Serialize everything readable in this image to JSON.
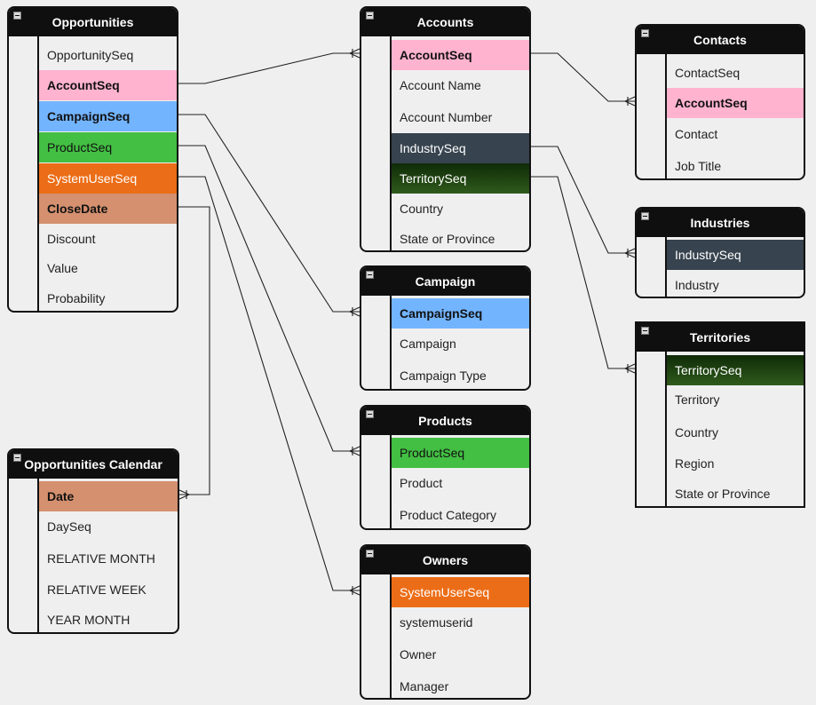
{
  "colors": {
    "account": "#ffb3cf",
    "campaign": "#73b4ff",
    "product": "#43bf43",
    "systemuser": "#ec6d17",
    "date": "#d4906f",
    "industry": "#37434e",
    "territory_top": "#0f2b07",
    "territory_bottom": "#2f5a1c",
    "header": "#0f0f0f",
    "line": "#222222"
  },
  "tables": {
    "opportunities": {
      "title": "Opportunities",
      "fields": [
        {
          "name": "OpportunitySeq"
        },
        {
          "name": "AccountSeq",
          "bold": true,
          "color": "#ffb3cf",
          "text": "#111111"
        },
        {
          "name": "CampaignSeq",
          "bold": true,
          "color": "#73b4ff",
          "text": "#111111"
        },
        {
          "name": "ProductSeq",
          "color": "#43bf43",
          "text": "#111111"
        },
        {
          "name": "SystemUserSeq",
          "color": "#ec6d17",
          "text": "#ffffff"
        },
        {
          "name": "CloseDate",
          "bold": true,
          "color": "#d4906f",
          "text": "#111111"
        },
        {
          "name": "Discount"
        },
        {
          "name": "Value"
        },
        {
          "name": "Probability"
        }
      ]
    },
    "opportunities_calendar": {
      "title": "Opportunities Calendar",
      "fields": [
        {
          "name": "Date",
          "bold": true,
          "color": "#d4906f",
          "text": "#111111"
        },
        {
          "name": "DaySeq"
        },
        {
          "name": "RELATIVE MONTH"
        },
        {
          "name": "RELATIVE WEEK"
        },
        {
          "name": "YEAR MONTH"
        }
      ]
    },
    "accounts": {
      "title": "Accounts",
      "fields": [
        {
          "name": "AccountSeq",
          "bold": true,
          "color": "#ffb3cf",
          "text": "#111111"
        },
        {
          "name": "Account Name"
        },
        {
          "name": "Account Number"
        },
        {
          "name": "IndustrySeq",
          "color": "#37434e",
          "text": "#ffffff"
        },
        {
          "name": "TerritorySeq",
          "color": "territory",
          "text": "#ffffff"
        },
        {
          "name": "Country"
        },
        {
          "name": "State or Province"
        }
      ]
    },
    "campaign": {
      "title": "Campaign",
      "fields": [
        {
          "name": "CampaignSeq",
          "bold": true,
          "color": "#73b4ff",
          "text": "#111111"
        },
        {
          "name": "Campaign"
        },
        {
          "name": "Campaign Type"
        }
      ]
    },
    "products": {
      "title": "Products",
      "fields": [
        {
          "name": "ProductSeq",
          "color": "#43bf43",
          "text": "#111111"
        },
        {
          "name": "Product"
        },
        {
          "name": "Product Category"
        }
      ]
    },
    "owners": {
      "title": "Owners",
      "fields": [
        {
          "name": "SystemUserSeq",
          "color": "#ec6d17",
          "text": "#ffffff"
        },
        {
          "name": "systemuserid"
        },
        {
          "name": "Owner"
        },
        {
          "name": "Manager"
        }
      ]
    },
    "contacts": {
      "title": "Contacts",
      "fields": [
        {
          "name": "ContactSeq"
        },
        {
          "name": "AccountSeq",
          "bold": true,
          "color": "#ffb3cf",
          "text": "#111111"
        },
        {
          "name": "Contact"
        },
        {
          "name": "Job Title"
        }
      ]
    },
    "industries": {
      "title": "Industries",
      "fields": [
        {
          "name": "IndustrySeq",
          "color": "#37434e",
          "text": "#ffffff"
        },
        {
          "name": "Industry"
        }
      ]
    },
    "territories": {
      "title": "Territories",
      "fields": [
        {
          "name": "TerritorySeq",
          "color": "territory",
          "text": "#ffffff"
        },
        {
          "name": "Territory"
        },
        {
          "name": "Country"
        },
        {
          "name": "Region"
        },
        {
          "name": "State or Province"
        }
      ]
    }
  },
  "relationships": [
    {
      "from": "opportunities.AccountSeq",
      "to": "accounts.AccountSeq",
      "to_end": "crow-foot"
    },
    {
      "from": "opportunities.CampaignSeq",
      "to": "campaign.CampaignSeq",
      "to_end": "crow-foot"
    },
    {
      "from": "opportunities.ProductSeq",
      "to": "products.ProductSeq",
      "to_end": "crow-foot"
    },
    {
      "from": "opportunities.SystemUserSeq",
      "to": "owners.SystemUserSeq",
      "to_end": "crow-foot"
    },
    {
      "from": "opportunities.CloseDate",
      "to": "opportunities_calendar.Date",
      "to_end": "crow-foot"
    },
    {
      "from": "accounts.AccountSeq",
      "to": "contacts.AccountSeq",
      "to_end": "crow-foot"
    },
    {
      "from": "accounts.IndustrySeq",
      "to": "industries.IndustrySeq",
      "to_end": "crow-foot"
    },
    {
      "from": "accounts.TerritorySeq",
      "to": "territories.TerritorySeq",
      "to_end": "crow-foot"
    }
  ]
}
